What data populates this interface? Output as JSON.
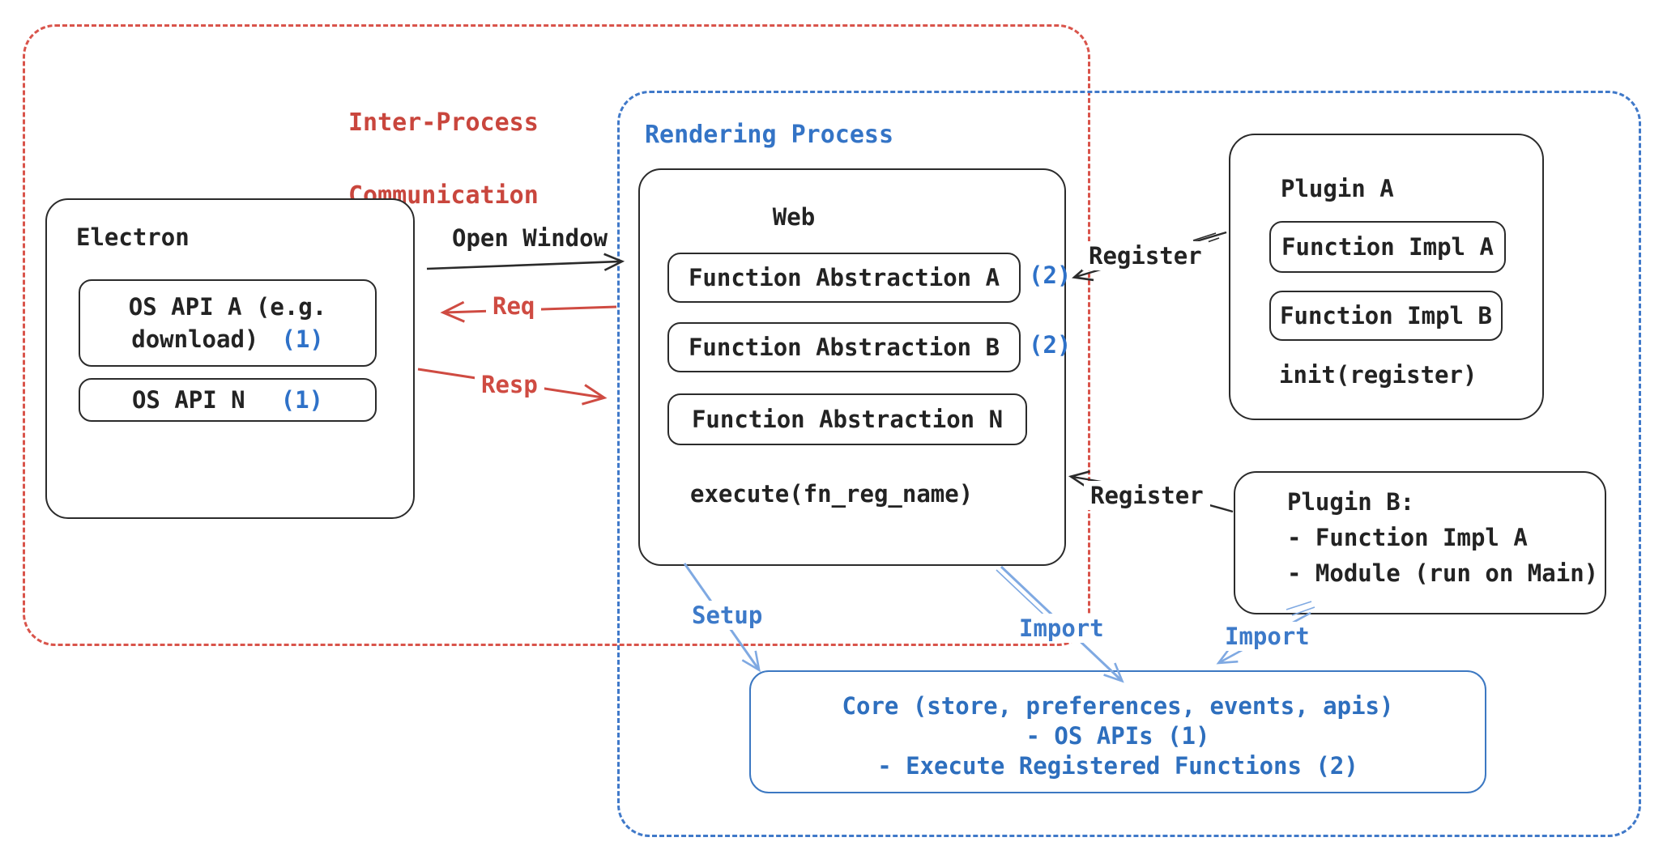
{
  "frames": {
    "ipc": {
      "label_line1": "Inter-Process",
      "label_line2": "Communication"
    },
    "rendering": {
      "label": "Rendering Process"
    }
  },
  "electron": {
    "title": "Electron",
    "os_api_a": {
      "line1": "OS API A (e.g.",
      "line2": "download)",
      "badge": "(1)"
    },
    "os_api_n": {
      "label": "OS API N",
      "badge": "(1)"
    }
  },
  "web": {
    "title": "Web",
    "fn_abstraction_a": {
      "label": "Function Abstraction A",
      "badge": "(2)"
    },
    "fn_abstraction_b": {
      "label": "Function Abstraction B",
      "badge": "(2)"
    },
    "fn_abstraction_n": {
      "label": "Function Abstraction N"
    },
    "execute": "execute(fn_reg_name)"
  },
  "plugin_a": {
    "title": "Plugin A",
    "impl_a": "Function Impl A",
    "impl_b": "Function Impl B",
    "init": "init(register)"
  },
  "plugin_b": {
    "title": "Plugin B:",
    "items": [
      "- Function Impl A",
      "- Module (run on Main)"
    ]
  },
  "core": {
    "line1": "Core (store, preferences, events, apis)",
    "line2": "- OS APIs (1)",
    "line3": "- Execute Registered Functions (2)"
  },
  "arrows": {
    "open_window": "Open Window",
    "req": "Req",
    "resp": "Resp",
    "register_top": "Register",
    "register_bottom": "Register",
    "setup": "Setup",
    "import_center": "Import",
    "import_right": "Import"
  },
  "colors": {
    "red": "#c9463d",
    "blue": "#3474c6",
    "arrow_blue": "#7fa9e2",
    "ink": "#2b2b2b"
  }
}
